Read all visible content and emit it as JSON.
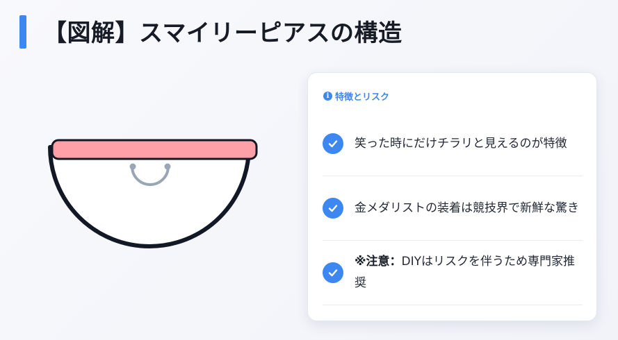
{
  "title": "【図解】スマイリーピアスの構造",
  "card": {
    "heading": "特徴とリスク",
    "items": [
      {
        "text": "笑った時にだけチラリと見えるのが特徴"
      },
      {
        "text": "金メダリストの装着は競技界で新鮮な驚き"
      },
      {
        "prefix": "※注意：",
        "text": "DIYはリスクを伴うため専門家推奨"
      }
    ]
  },
  "colors": {
    "accent": "#3d87f0",
    "gum": "#ffa0a8",
    "outline": "#121826",
    "ring": "#9aa6b6"
  },
  "icons": {
    "heading": "info-icon",
    "item": "check-circle-icon"
  }
}
